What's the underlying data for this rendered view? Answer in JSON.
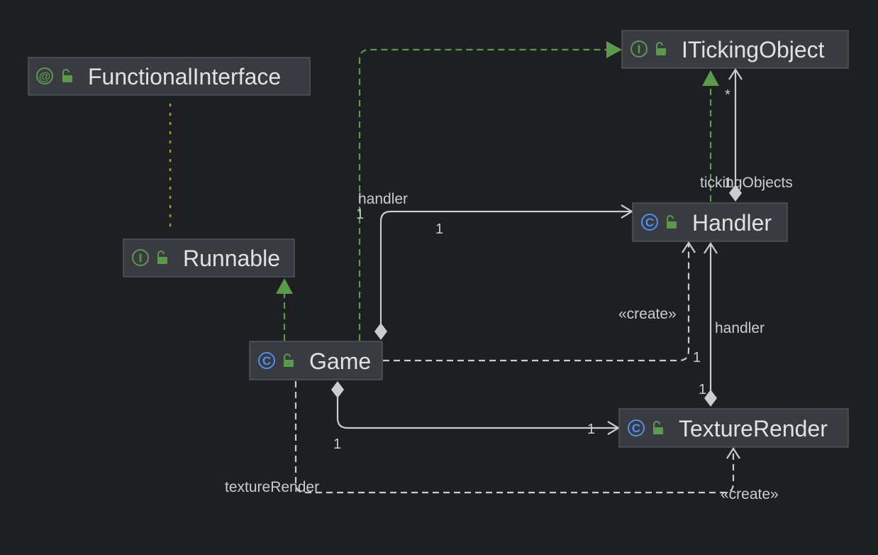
{
  "nodes": {
    "functional_interface": {
      "name": "FunctionalInterface",
      "badge": "@",
      "badge_icon": "annotation-icon",
      "badge_color": "#5b9a4c",
      "visibility_icon": "public-lock-icon"
    },
    "iticking_object": {
      "name": "ITickingObject",
      "badge": "I",
      "badge_icon": "interface-icon",
      "badge_color": "#5b9a4c",
      "visibility_icon": "public-lock-icon"
    },
    "runnable": {
      "name": "Runnable",
      "badge": "I",
      "badge_icon": "interface-icon",
      "badge_color": "#5b9a4c",
      "visibility_icon": "public-lock-icon"
    },
    "handler": {
      "name": "Handler",
      "badge": "C",
      "badge_icon": "class-icon",
      "badge_color": "#4e8ff0",
      "visibility_icon": "public-lock-icon"
    },
    "game": {
      "name": "Game",
      "badge": "C",
      "badge_icon": "class-icon",
      "badge_color": "#4e8ff0",
      "visibility_icon": "public-lock-icon"
    },
    "texture_render": {
      "name": "TextureRender",
      "badge": "C",
      "badge_icon": "class-icon",
      "badge_color": "#4e8ff0",
      "visibility_icon": "public-lock-icon"
    }
  },
  "edges": {
    "game_handler": {
      "label": "handler",
      "source_mult": "1",
      "target_mult": "1"
    },
    "handler_ticking": {
      "label": "tickingObjects",
      "source_mult": "1",
      "target_mult": "*"
    },
    "game_handler_create": {
      "label": "«create»",
      "mult": "1"
    },
    "texture_handler": {
      "label": "handler",
      "mult": "1"
    },
    "game_texture": {
      "source_mult": "1",
      "target_mult": "1"
    },
    "game_texture_create": {
      "label": "textureRender",
      "stereotype": "«create»"
    }
  },
  "colors": {
    "background": "#1e1f22",
    "implements": "#5b9a4c",
    "annotation_link": "#9fa01c",
    "association": "#c9ccd1"
  }
}
